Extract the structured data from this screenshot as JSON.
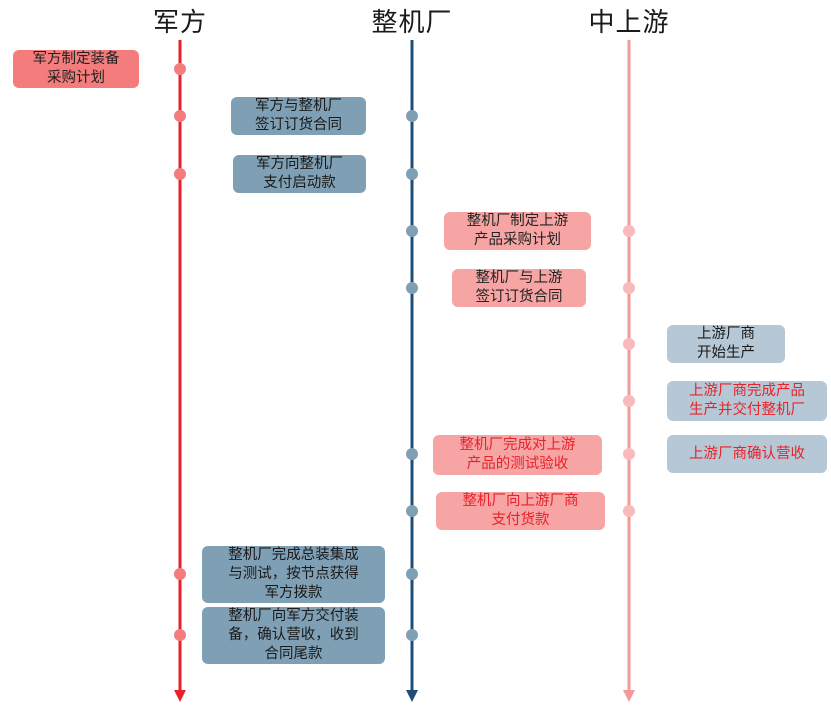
{
  "lanes": {
    "military": {
      "title": "军方",
      "color": "#e8222a"
    },
    "oem": {
      "title": "整机厂",
      "color": "#1f4e79"
    },
    "upstream": {
      "title": "中上游",
      "color": "#f29999"
    }
  },
  "steps": [
    {
      "id": "s1",
      "text": "军方制定装备\n采购计划"
    },
    {
      "id": "s2",
      "text": "军方与整机厂\n签订订货合同"
    },
    {
      "id": "s3",
      "text": "军方向整机厂\n支付启动款"
    },
    {
      "id": "s4",
      "text": "整机厂制定上游\n产品采购计划"
    },
    {
      "id": "s5",
      "text": "整机厂与上游\n签订订货合同"
    },
    {
      "id": "s6",
      "text": "上游厂商\n开始生产"
    },
    {
      "id": "s7",
      "text": "上游厂商完成产品\n生产并交付整机厂"
    },
    {
      "id": "s8",
      "text": "整机厂完成对上游\n产品的测试验收"
    },
    {
      "id": "s9",
      "text": "上游厂商确认营收"
    },
    {
      "id": "s10",
      "text": "整机厂向上游厂商\n支付货款"
    },
    {
      "id": "s11",
      "text": "整机厂完成总装集成\n与测试，按节点获得\n军方拨款"
    },
    {
      "id": "s12",
      "text": "整机厂向军方交付装\n备，确认营收，收到\n合同尾款"
    }
  ]
}
